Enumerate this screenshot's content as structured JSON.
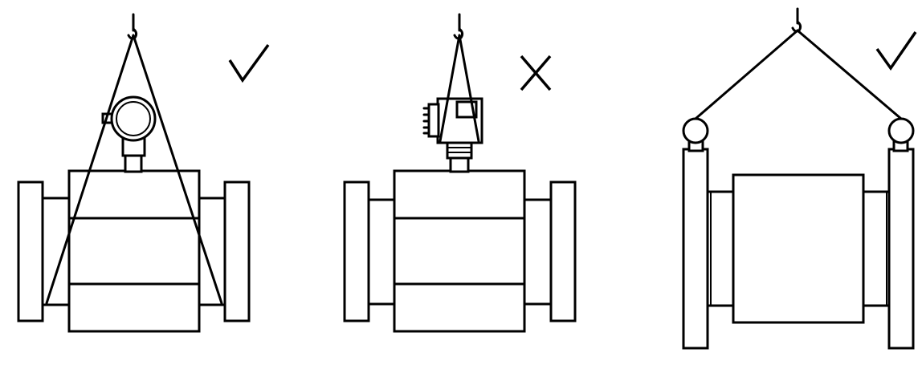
{
  "figure": {
    "panels": [
      {
        "id": "panel-1",
        "method": "slings-around-body",
        "verdict": "correct",
        "mark_icon": "check-mark-icon"
      },
      {
        "id": "panel-2",
        "method": "lifting-by-converter-head",
        "verdict": "incorrect",
        "mark_icon": "cross-mark-icon"
      },
      {
        "id": "panel-3",
        "method": "lifting-eyes-on-flanges",
        "verdict": "correct",
        "mark_icon": "check-mark-icon"
      }
    ],
    "colors": {
      "line": "#000000",
      "background": "#ffffff"
    }
  }
}
